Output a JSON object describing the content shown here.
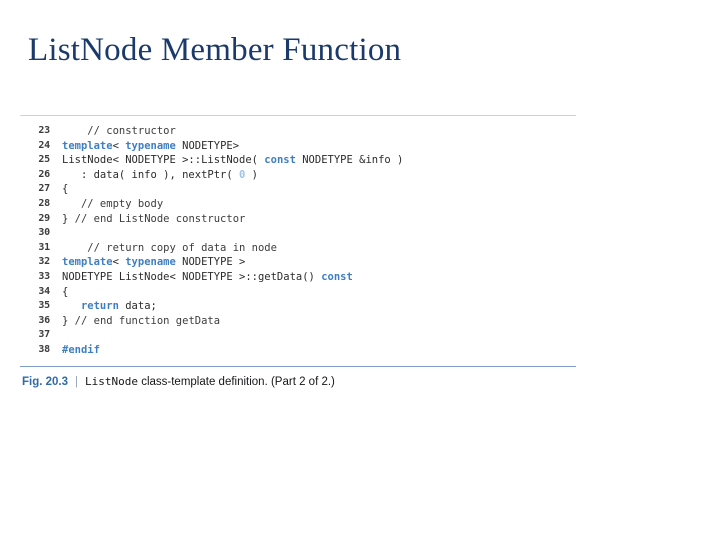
{
  "slide": {
    "title": "ListNode Member Function",
    "title_color": "#1b3a6b",
    "background": "#ffffff"
  },
  "figure": {
    "rule_color_top": "#c8d4e4",
    "rule_color_bottom": "#7f9dc4",
    "keyword_color": "#3f7fc1",
    "literal_color": "#9dc3e6",
    "comment_color": "#3d3d3d",
    "lineno_color": "#3c3c3c",
    "code": [
      {
        "n": "23",
        "tokens": [
          {
            "t": "    ",
            "c": "pln"
          },
          {
            "t": "// constructor",
            "c": "cmt"
          }
        ]
      },
      {
        "n": "24",
        "tokens": [
          {
            "t": "template",
            "c": "kw"
          },
          {
            "t": "< ",
            "c": "pln"
          },
          {
            "t": "typename",
            "c": "kw"
          },
          {
            "t": " NODETYPE>",
            "c": "pln"
          }
        ]
      },
      {
        "n": "25",
        "tokens": [
          {
            "t": "ListNode< NODETYPE >::ListNode( ",
            "c": "pln"
          },
          {
            "t": "const",
            "c": "kw"
          },
          {
            "t": " NODETYPE &info )",
            "c": "pln"
          }
        ]
      },
      {
        "n": "26",
        "tokens": [
          {
            "t": "   : data( info ), nextPtr( ",
            "c": "pln"
          },
          {
            "t": "0",
            "c": "num"
          },
          {
            "t": " )",
            "c": "pln"
          }
        ]
      },
      {
        "n": "27",
        "tokens": [
          {
            "t": "{",
            "c": "pln"
          }
        ]
      },
      {
        "n": "28",
        "tokens": [
          {
            "t": "   ",
            "c": "pln"
          },
          {
            "t": "// empty body",
            "c": "cmt"
          }
        ]
      },
      {
        "n": "29",
        "tokens": [
          {
            "t": "} ",
            "c": "pln"
          },
          {
            "t": "// end ListNode constructor",
            "c": "cmt"
          }
        ]
      },
      {
        "n": "30",
        "tokens": [
          {
            "t": "",
            "c": "pln"
          }
        ]
      },
      {
        "n": "31",
        "tokens": [
          {
            "t": "    ",
            "c": "pln"
          },
          {
            "t": "// return copy of data in node",
            "c": "cmt"
          }
        ]
      },
      {
        "n": "32",
        "tokens": [
          {
            "t": "template",
            "c": "kw"
          },
          {
            "t": "< ",
            "c": "pln"
          },
          {
            "t": "typename",
            "c": "kw"
          },
          {
            "t": " NODETYPE >",
            "c": "pln"
          }
        ]
      },
      {
        "n": "33",
        "tokens": [
          {
            "t": "NODETYPE ListNode< NODETYPE >::getData() ",
            "c": "pln"
          },
          {
            "t": "const",
            "c": "kw"
          }
        ]
      },
      {
        "n": "34",
        "tokens": [
          {
            "t": "{",
            "c": "pln"
          }
        ]
      },
      {
        "n": "35",
        "tokens": [
          {
            "t": "   ",
            "c": "pln"
          },
          {
            "t": "return",
            "c": "kw"
          },
          {
            "t": " data;",
            "c": "pln"
          }
        ]
      },
      {
        "n": "36",
        "tokens": [
          {
            "t": "} ",
            "c": "pln"
          },
          {
            "t": "// end function getData",
            "c": "cmt"
          }
        ]
      },
      {
        "n": "37",
        "tokens": [
          {
            "t": "",
            "c": "pln"
          }
        ]
      },
      {
        "n": "38",
        "tokens": [
          {
            "t": "#endif",
            "c": "pp"
          }
        ]
      }
    ],
    "caption": {
      "label": "Fig. 20.3",
      "separator": "|",
      "mono_part": "ListNode",
      "text_part": " class-template definition. (Part 2 of 2.)"
    }
  }
}
